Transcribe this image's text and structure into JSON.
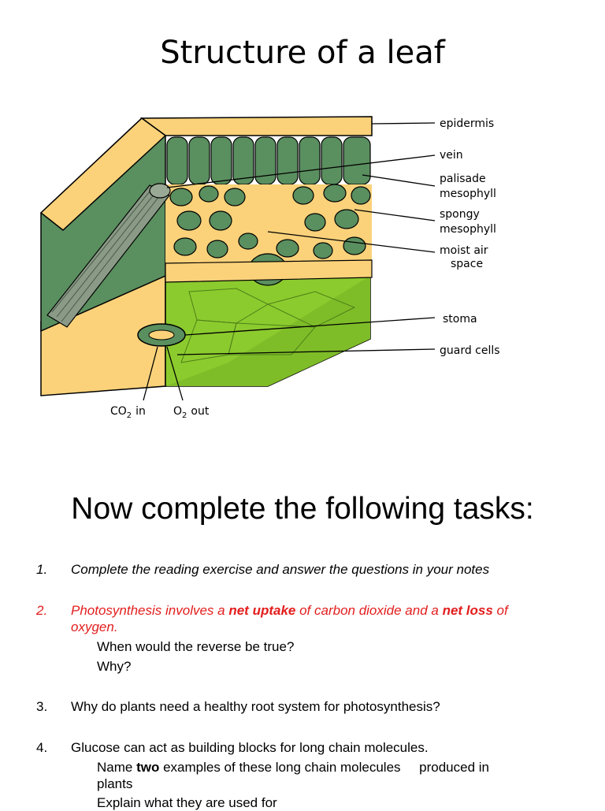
{
  "title": "Structure of a leaf",
  "diagram": {
    "labels": {
      "epidermis": "epidermis",
      "vein": "vein",
      "palisade_1": "palisade",
      "palisade_2": "mesophyll",
      "spongy_1": "spongy",
      "spongy_2": "mesophyll",
      "air_1": "moist air",
      "air_2": "space",
      "stoma": "stoma",
      "guard": "guard cells",
      "co2_a": "CO",
      "co2_sub": "2",
      "co2_b": "in",
      "o2_a": "O",
      "o2_sub": "2",
      "o2_b": "out"
    },
    "colors": {
      "epidermis": "#fbd27a",
      "cell": "#5a8f5f",
      "lower": "#8ccb2e",
      "outline": "#000000",
      "vein": "#8a9a87"
    }
  },
  "heading": "Now complete the following tasks:",
  "tasks": {
    "t1": {
      "num": "1.",
      "text": "Complete the reading exercise and answer the questions in your notes"
    },
    "t2": {
      "num": "2.",
      "a": "Photosynthesis involves a ",
      "b": "net uptake",
      "c": " of carbon dioxide and a ",
      "d": "net loss",
      "e": " of",
      "f": "oxygen.",
      "sub1": "When would the reverse be true?",
      "sub2": "Why?"
    },
    "t3": {
      "num": "3.",
      "text": "Why do plants need a healthy root system for photosynthesis?"
    },
    "t4": {
      "num": "4.",
      "text": "Glucose can act as building blocks for long chain molecules.",
      "sub_a": "Name ",
      "sub_b": "two",
      "sub_c": " examples of these long chain molecules     produced in",
      "sub_d": "plants",
      "sub_e": "Explain what they are used for"
    }
  },
  "accent_red": "#e31d1d"
}
